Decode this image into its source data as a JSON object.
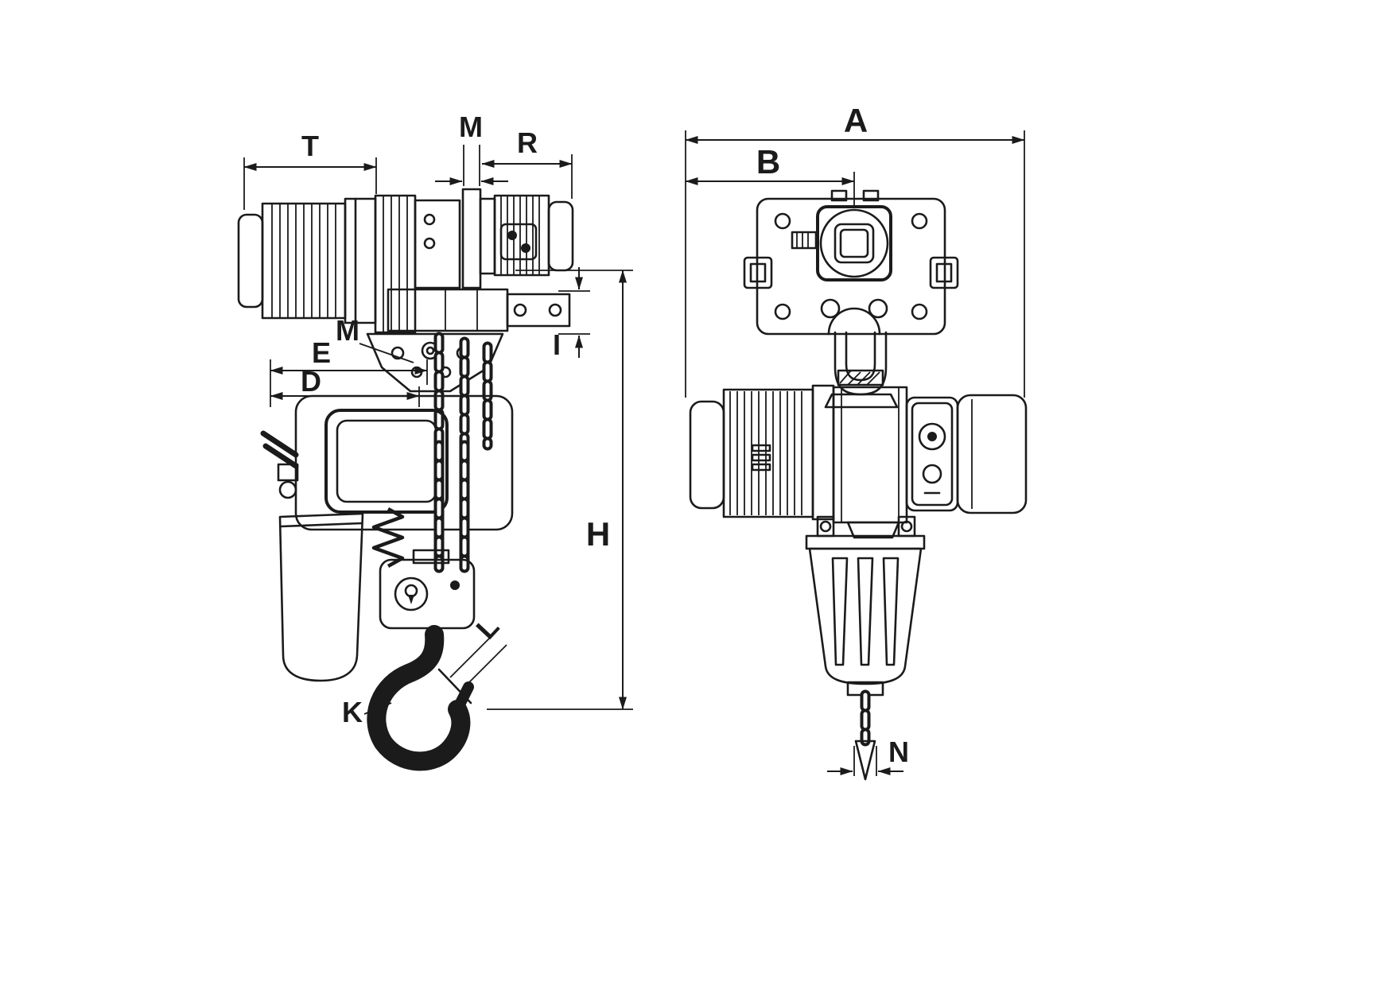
{
  "colors": {
    "background": "#ffffff",
    "line": "#1b1b1b"
  },
  "labels": {
    "T": "T",
    "M_top": "M",
    "R": "R",
    "M_mid": "M",
    "E": "E",
    "D": "D",
    "I": "I",
    "H": "H",
    "K": "K",
    "L": "L",
    "A": "A",
    "B": "B",
    "N": "N"
  }
}
